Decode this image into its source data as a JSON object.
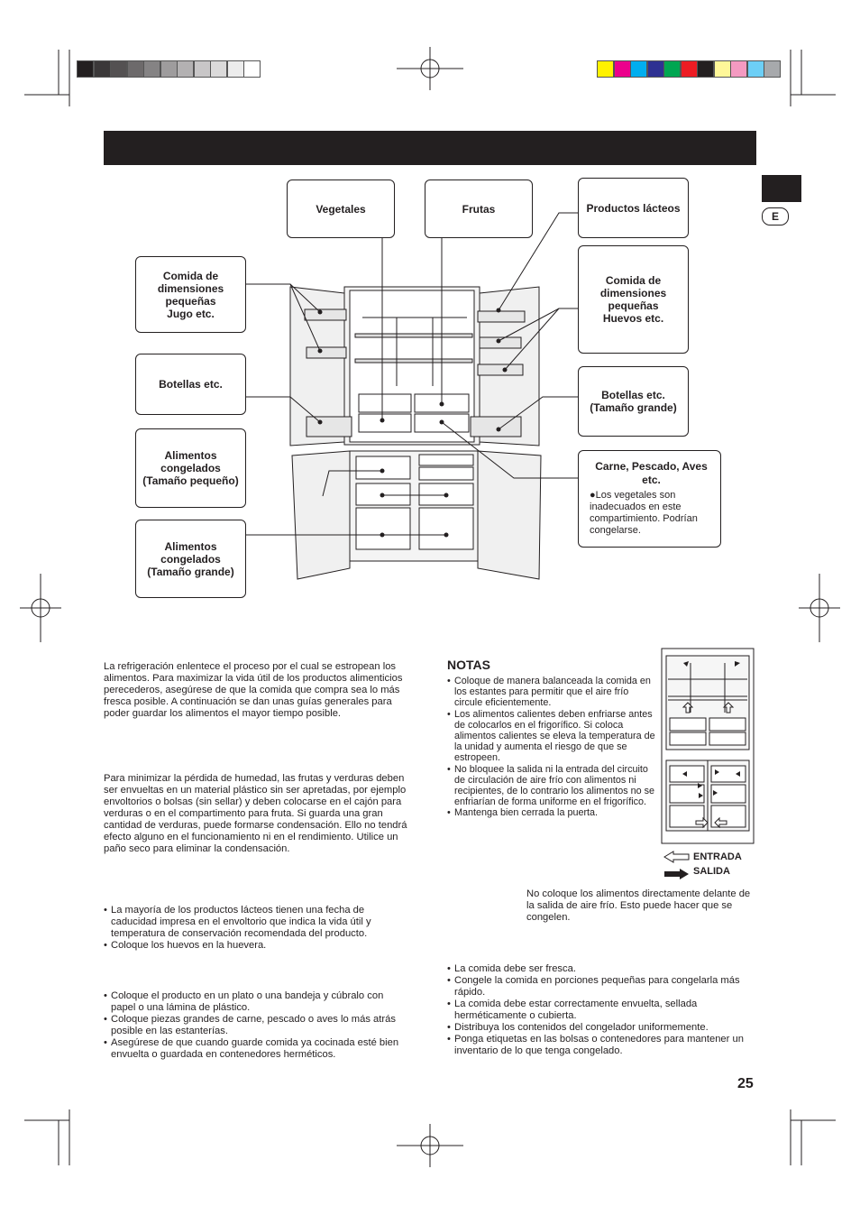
{
  "color_bar_left": [
    "#231f20",
    "#3b3839",
    "#545152",
    "#6d6a6b",
    "#858384",
    "#9e9c9d",
    "#b3b1b2",
    "#c8c6c7",
    "#dbdada",
    "#ececec",
    "#ffffff"
  ],
  "color_bar_right": [
    "#fff200",
    "#ec008c",
    "#00aeef",
    "#2e3192",
    "#00a651",
    "#ed1c24",
    "#231f20",
    "#fff799",
    "#f49ac1",
    "#6dcff6",
    "#a7a9ac"
  ],
  "side_tab": {
    "lang": "E"
  },
  "diagram": {
    "labels": {
      "vegetales": "Vegetales",
      "frutas": "Frutas",
      "productos_lacteos": "Productos lácteos",
      "comida_pequena_jugo": "Comida de\ndimensiones\npequeñas\nJugo etc.",
      "comida_pequena_huevos": "Comida de\ndimensiones\npequeñas\nHuevos etc.",
      "botellas": "Botellas etc.",
      "botellas_grande": "Botellas etc.\n(Tamaño grande)",
      "congelados_pequeno": "Alimentos\ncongelados\n(Tamaño pequeño)",
      "congelados_grande": "Alimentos\ncongelados\n(Tamaño grande)"
    },
    "carne_box": {
      "title": "Carne, Pescado, Aves etc.",
      "note": "●Los vegetales son inadecuados en este compartimiento. Podrían congelarse."
    }
  },
  "left_column": {
    "intro": "La refrigeración enlentece el proceso por el cual se estropean los alimentos. Para maximizar la vida útil de los productos alimenticios perecederos, asegúrese de que la comida que compra sea lo más fresca posible. A continuación se dan unas guías generales para poder guardar los alimentos el mayor tiempo posible.",
    "fruits_veg": "Para minimizar la pérdida de humedad, las frutas y verduras deben ser envueltas en un material plástico sin ser apretadas, por ejemplo envoltorios o bolsas (sin sellar) y deben colocarse en el cajón para verduras o en el compartimento para fruta. Si guarda una gran cantidad de verduras, puede formarse condensación. Ello no tendrá efecto alguno en el funcionamiento ni en el rendimiento. Utilice un paño seco para eliminar la condensación.",
    "dairy": [
      "La mayoría de los productos lácteos tienen una fecha de caducidad impresa en el envoltorio que indica la vida útil y temperatura de conservación recomendada del producto.",
      "Coloque los huevos en la huevera."
    ],
    "meat": [
      "Coloque el producto en un plato o una bandeja y cúbralo con papel o una lámina de plástico.",
      "Coloque piezas grandes de carne, pescado o aves lo más atrás posible en las estanterías.",
      "Asegúrese de que cuando guarde comida ya cocinada esté bien envuelta o guardada en contenedores herméticos."
    ]
  },
  "notes": {
    "title": "NOTAS",
    "items": [
      "Coloque de manera balanceada la comida en los estantes para permitir que el aire frío circule eficientemente.",
      "Los alimentos calientes deben enfriarse antes de colocarlos en el frigorífico. Si coloca alimentos calientes se eleva la temperatura de la unidad y aumenta el riesgo de que se estropeen.",
      "No bloquee la salida ni la entrada del circuito de circulación de aire frío con alimentos ni recipientes, de lo contrario los alimentos no se enfriarían de forma uniforme en el frigorífico.",
      "Mantenga bien cerrada la puerta."
    ]
  },
  "airflow_legend": {
    "entrada": "ENTRADA",
    "salida": "SALIDA"
  },
  "airflow_note": "No coloque los alimentos directamente delante de la salida de aire frío. Esto puede hacer que se congelen.",
  "freezer_tips": [
    "La comida debe ser fresca.",
    "Congele la comida en porciones pequeñas para congelarla más rápido.",
    "La comida debe estar correctamente envuelta, sellada herméticamente o cubierta.",
    "Distribuya los contenidos del congelador uniformemente.",
    "Ponga etiquetas en las bolsas o contenedores para mantener un inventario de lo que tenga congelado."
  ],
  "page_number": "25"
}
